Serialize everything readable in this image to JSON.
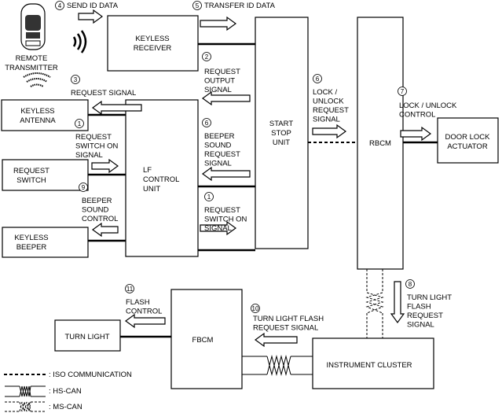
{
  "components": {
    "remote_transmitter": [
      "REMOTE",
      "TRANSMITTER"
    ],
    "keyless_receiver": [
      "KEYLESS",
      "RECEIVER"
    ],
    "start_stop_unit": [
      "START",
      "STOP",
      "UNIT"
    ],
    "rbcm": "RBCM",
    "door_lock_actuator": [
      "DOOR LOCK",
      "ACTUATOR"
    ],
    "keyless_antenna": [
      "KEYLESS",
      "ANTENNA"
    ],
    "lf_control_unit": [
      "LF",
      "CONTROL",
      "UNIT"
    ],
    "request_switch": [
      "REQUEST",
      "SWITCH"
    ],
    "keyless_beeper": [
      "KEYLESS",
      "BEEPER"
    ],
    "fbcm": "FBCM",
    "turn_light": "TURN LIGHT",
    "instrument_cluster": "INSTRUMENT CLUSTER"
  },
  "signals": {
    "s4": {
      "num": "4",
      "lines": [
        "SEND ID DATA"
      ]
    },
    "s5": {
      "num": "5",
      "lines": [
        "TRANSFER ID DATA"
      ]
    },
    "s2": {
      "num": "2",
      "lines": [
        "REQUEST",
        "OUTPUT",
        "SIGNAL"
      ]
    },
    "s3": {
      "num": "3",
      "lines": [
        "REQUEST SIGNAL"
      ]
    },
    "s1a": {
      "num": "1",
      "lines": [
        "REQUEST",
        "SWITCH ON",
        "SIGNAL"
      ]
    },
    "s6a": {
      "num": "6",
      "lines": [
        "BEEPER",
        "SOUND",
        "REQUEST",
        "SIGNAL"
      ]
    },
    "s9": {
      "num": "9",
      "lines": [
        "BEEPER",
        "SOUND",
        "CONTROL"
      ]
    },
    "s1b": {
      "num": "1",
      "lines": [
        "REQUEST",
        "SWITCH ON",
        "SIGNAL"
      ]
    },
    "s6b": {
      "num": "6",
      "lines": [
        "LOCK /",
        "UNLOCK",
        "REQUEST",
        "SIGNAL"
      ]
    },
    "s7": {
      "num": "7",
      "lines": [
        "LOCK / UNLOCK",
        "CONTROL"
      ]
    },
    "s8": {
      "num": "8",
      "lines": [
        "TURN LIGHT",
        "FLASH",
        "REQUEST",
        "SIGNAL"
      ]
    },
    "s10": {
      "num": "10",
      "lines": [
        "TURN LIGHT FLASH",
        "REQUEST SIGNAL"
      ]
    },
    "s11": {
      "num": "11",
      "lines": [
        "FLASH",
        "CONTROL"
      ]
    }
  },
  "legend": {
    "iso": ": ISO COMMUNICATION",
    "hs_can": ": HS-CAN",
    "ms_can": ": MS-CAN"
  }
}
